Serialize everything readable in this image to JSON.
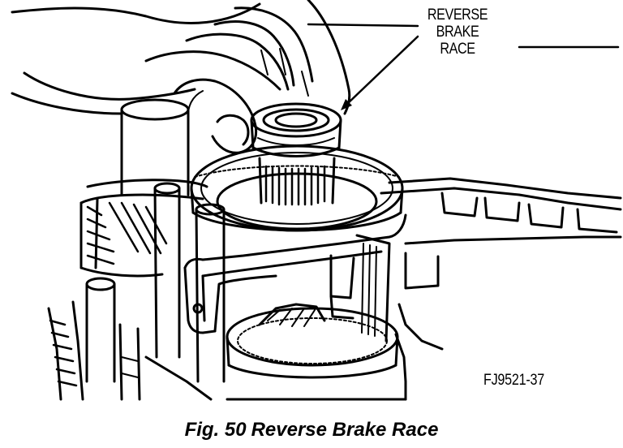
{
  "figure": {
    "callout_label_lines": [
      "REVERSE",
      "BRAKE",
      "RACE"
    ],
    "figure_code": "FJ9521-37",
    "caption_number": "Fig. 50",
    "caption_title": "Reverse Brake Race"
  },
  "colors": {
    "ink": "#000000",
    "paper": "#ffffff"
  }
}
